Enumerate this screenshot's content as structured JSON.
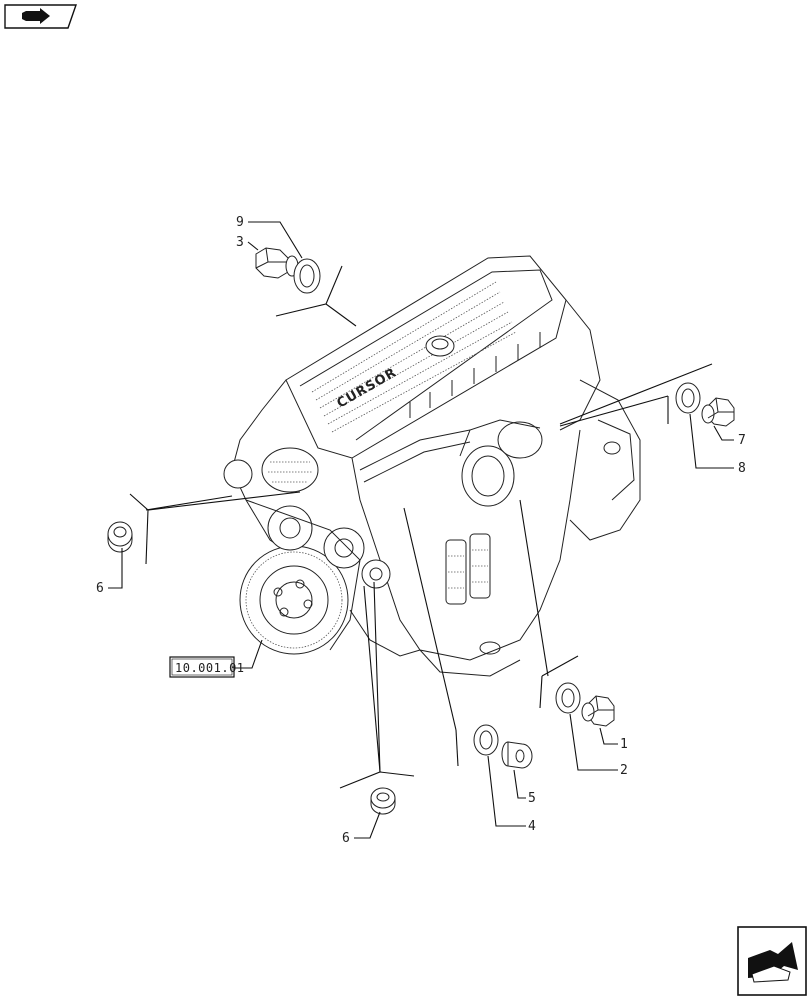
{
  "reference_code": "10.001.01",
  "engine_brand": "CURSOR",
  "part_labels": [
    {
      "id": "1",
      "text": "1"
    },
    {
      "id": "2",
      "text": "2"
    },
    {
      "id": "3",
      "text": "3"
    },
    {
      "id": "4",
      "text": "4"
    },
    {
      "id": "5",
      "text": "5"
    },
    {
      "id": "6a",
      "text": "6"
    },
    {
      "id": "6b",
      "text": "6"
    },
    {
      "id": "7",
      "text": "7"
    },
    {
      "id": "8",
      "text": "8"
    },
    {
      "id": "9",
      "text": "9"
    }
  ],
  "icons": {
    "top_left": "folder-arrow-icon",
    "bottom_right": "next-page-arrow-icon"
  }
}
